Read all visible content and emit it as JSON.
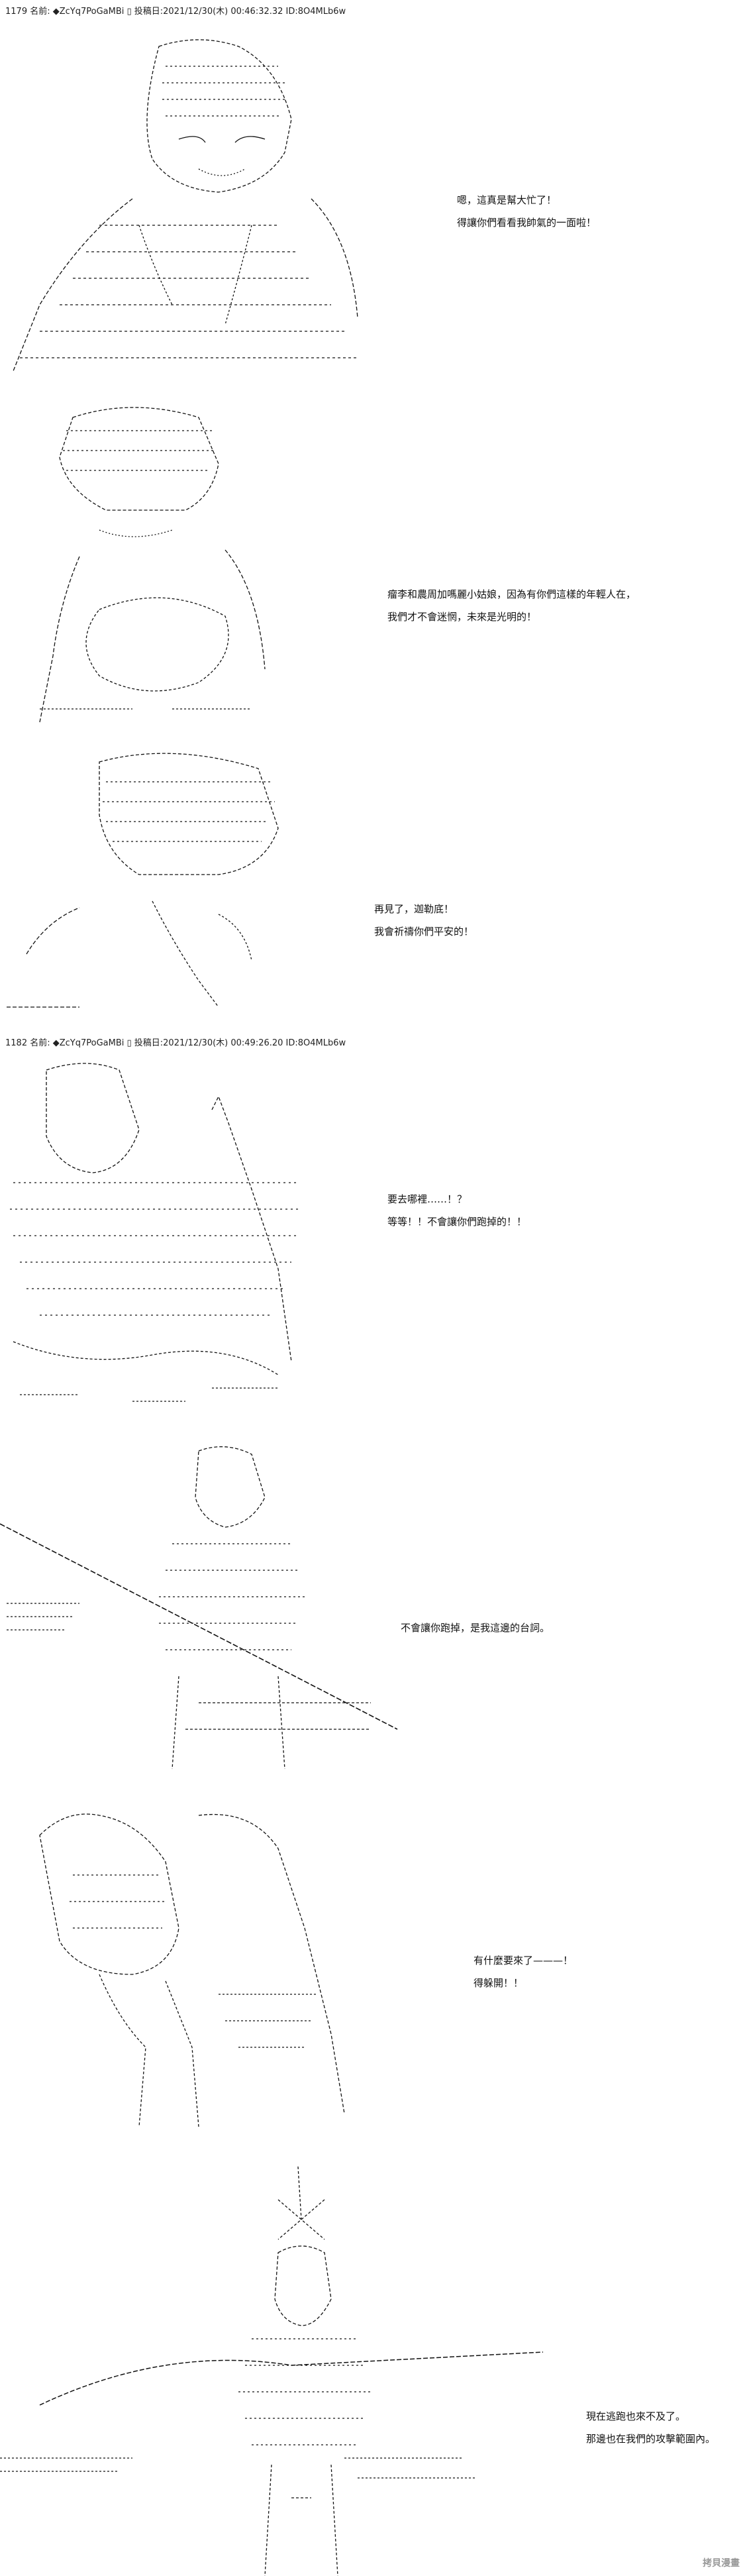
{
  "posts": [
    {
      "header": "1179 名前: ◆ZcYq7PoGaMBi ▯ 投稿日:2021/12/30(木) 00:46:32.32 ID:8O4MLb6w",
      "panels": [
        {
          "lines": [
            "嗯，這真是幫大忙了！",
            "得讓你們看看我帥氣的一面啦！"
          ]
        },
        {
          "lines": [
            "瘤李和農周加嗎麗小姑娘，因為有你們這樣的年輕人在，",
            "我們才不會迷惘，未來是光明的！"
          ]
        },
        {
          "lines": [
            "再見了，迦勒底！",
            "我會祈禱你們平安的！"
          ]
        }
      ]
    },
    {
      "header": "1182 名前: ◆ZcYq7PoGaMBi ▯ 投稿日:2021/12/30(木) 00:49:26.20 ID:8O4MLb6w",
      "panels": [
        {
          "lines": [
            "要去哪裡……！？",
            "等等！！不會讓你們跑掉的！！"
          ]
        },
        {
          "lines": [
            "不會讓你跑掉，是我這邊的台詞。"
          ]
        },
        {
          "lines": [
            "有什麼要來了———！",
            "得躲開！！"
          ]
        },
        {
          "lines": [
            "現在逃跑也來不及了。",
            "那邊也在我們的攻擊範圍內。"
          ]
        }
      ]
    }
  ],
  "watermark": "拷貝漫畫"
}
